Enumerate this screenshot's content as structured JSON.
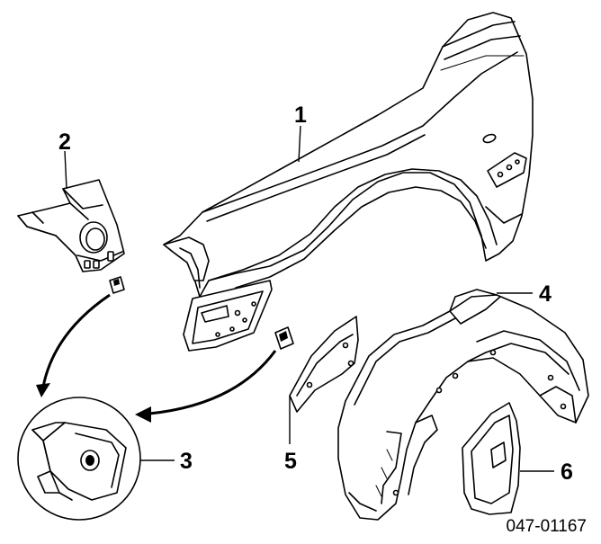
{
  "diagram": {
    "reference_code": "047-01167",
    "callouts": [
      {
        "id": "1",
        "label": "1"
      },
      {
        "id": "2",
        "label": "2"
      },
      {
        "id": "3",
        "label": "3"
      },
      {
        "id": "4",
        "label": "4"
      },
      {
        "id": "5",
        "label": "5"
      },
      {
        "id": "6",
        "label": "6"
      }
    ]
  }
}
